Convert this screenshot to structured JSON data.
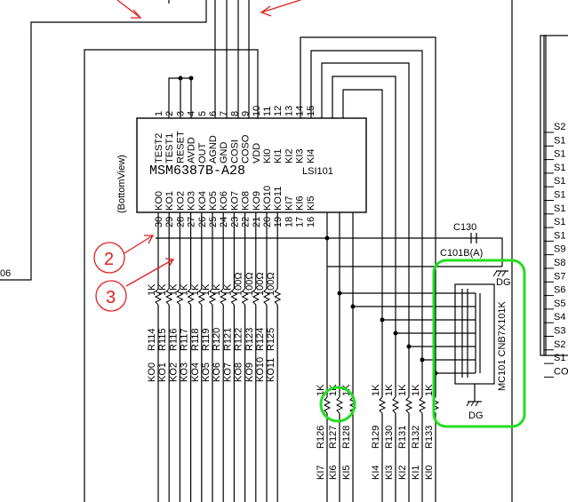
{
  "ic": {
    "name": "MSM6387B-A28",
    "ref": "LSI101",
    "view": "(BottomView)",
    "top_pins": [
      {
        "num": "1",
        "sig": "TEST2"
      },
      {
        "num": "2",
        "sig": "TEST1"
      },
      {
        "num": "3",
        "sig": "RESET"
      },
      {
        "num": "4",
        "sig": "AVDD"
      },
      {
        "num": "5",
        "sig": "OUT"
      },
      {
        "num": "6",
        "sig": "AGND"
      },
      {
        "num": "7",
        "sig": "GND"
      },
      {
        "num": "8",
        "sig": "COSI"
      },
      {
        "num": "9",
        "sig": "COSO"
      },
      {
        "num": "10",
        "sig": "VDD"
      },
      {
        "num": "11",
        "sig": "KI0"
      },
      {
        "num": "12",
        "sig": "KI1"
      },
      {
        "num": "13",
        "sig": "KI2"
      },
      {
        "num": "14",
        "sig": "KI3"
      },
      {
        "num": "15",
        "sig": "KI4"
      }
    ],
    "bottom_pins": [
      {
        "num": "30",
        "sig": "KO0"
      },
      {
        "num": "29",
        "sig": "KO1"
      },
      {
        "num": "28",
        "sig": "KO2"
      },
      {
        "num": "27",
        "sig": "KO3"
      },
      {
        "num": "26",
        "sig": "KO4"
      },
      {
        "num": "25",
        "sig": "KO5"
      },
      {
        "num": "24",
        "sig": "KO6"
      },
      {
        "num": "23",
        "sig": "KO7"
      },
      {
        "num": "22",
        "sig": "KO8"
      },
      {
        "num": "21",
        "sig": "KO9"
      },
      {
        "num": "20",
        "sig": "KO10"
      },
      {
        "num": "19",
        "sig": "KO11"
      },
      {
        "num": "18",
        "sig": "KI7"
      },
      {
        "num": "17",
        "sig": "KI6"
      },
      {
        "num": "16",
        "sig": "KI5"
      }
    ]
  },
  "resistors_ko": [
    {
      "ref": "R114",
      "val": "1K",
      "net": "KO0"
    },
    {
      "ref": "R115",
      "val": "1K",
      "net": "KO1"
    },
    {
      "ref": "R116",
      "val": "1K",
      "net": "KO2"
    },
    {
      "ref": "R117",
      "val": "1K",
      "net": "KO3"
    },
    {
      "ref": "R118",
      "val": "1K",
      "net": "KO4"
    },
    {
      "ref": "R119",
      "val": "1K",
      "net": "KO5"
    },
    {
      "ref": "R120",
      "val": "1K",
      "net": "KO6"
    },
    {
      "ref": "R121",
      "val": "1K",
      "net": "KO7"
    },
    {
      "ref": "R122",
      "val": "100Ω",
      "net": "KO8"
    },
    {
      "ref": "R123",
      "val": "100Ω",
      "net": "KO9"
    },
    {
      "ref": "R124",
      "val": "100Ω",
      "net": "KO10"
    },
    {
      "ref": "R125",
      "val": "100Ω",
      "net": "KO11"
    }
  ],
  "resistors_ki": [
    {
      "ref": "R126",
      "val": "1K",
      "net": "KI7"
    },
    {
      "ref": "R127",
      "val": "1K",
      "net": "KI6"
    },
    {
      "ref": "R128",
      "val": "1K",
      "net": "KI5"
    },
    {
      "ref": "R129",
      "val": "1K",
      "net": "KI4"
    },
    {
      "ref": "R130",
      "val": "1K",
      "net": "KI3"
    },
    {
      "ref": "R131",
      "val": "1K",
      "net": "KI2"
    },
    {
      "ref": "R132",
      "val": "1K",
      "net": "KI1"
    },
    {
      "ref": "R133",
      "val": "1K",
      "net": "KI0"
    }
  ],
  "capacitor": {
    "ref": "C130",
    "part": "C101B(A)"
  },
  "cap_array": {
    "label": "MC101 CNB7X101K",
    "ground": "DG"
  },
  "ground_top": "DG",
  "left_stub": "06",
  "callouts": [
    {
      "num": "2"
    },
    {
      "num": "3"
    }
  ],
  "right_connector": [
    "S2",
    "S1",
    "S1",
    "S1",
    "S1",
    "S1",
    "S1",
    "S1",
    "S1",
    "S9",
    "S8",
    "S7",
    "S6",
    "S5",
    "S4",
    "S3",
    "S2",
    "S1",
    "CO"
  ],
  "annotation_colors": {
    "callout": "#e02020",
    "highlight": "#22dd22"
  }
}
